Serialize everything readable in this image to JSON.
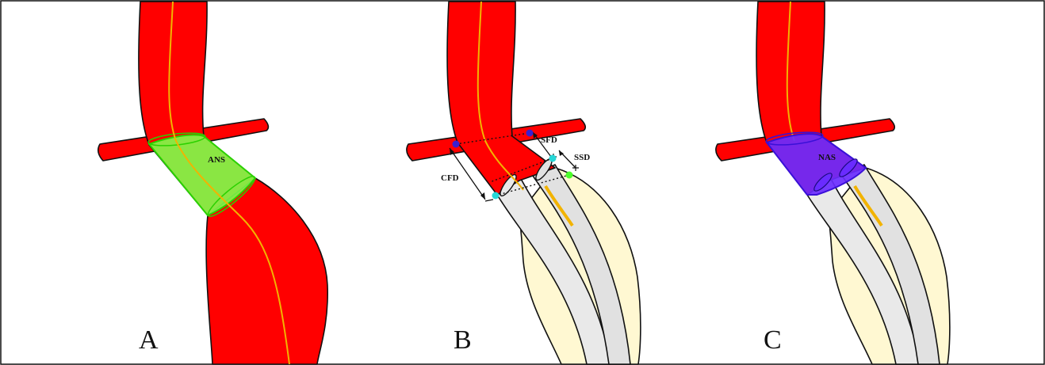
{
  "colors": {
    "vessel": "#ff0000",
    "centerline": "#f2b300",
    "ans_segment": "#7dff4a",
    "nas_segment": "#6a2bff",
    "sac": "#fff8d2",
    "graft": "#e9e9e9",
    "point_upper": "#3a1fd0",
    "point_lower": "#27d7d7",
    "point_green": "#4cff2a"
  },
  "panels": [
    {
      "letter": "A",
      "label": "ANS"
    },
    {
      "letter": "B",
      "labels": {
        "cfd": "CFD",
        "sfd": "SFD",
        "ssd": "SSD"
      }
    },
    {
      "letter": "C",
      "label": "NAS"
    }
  ]
}
